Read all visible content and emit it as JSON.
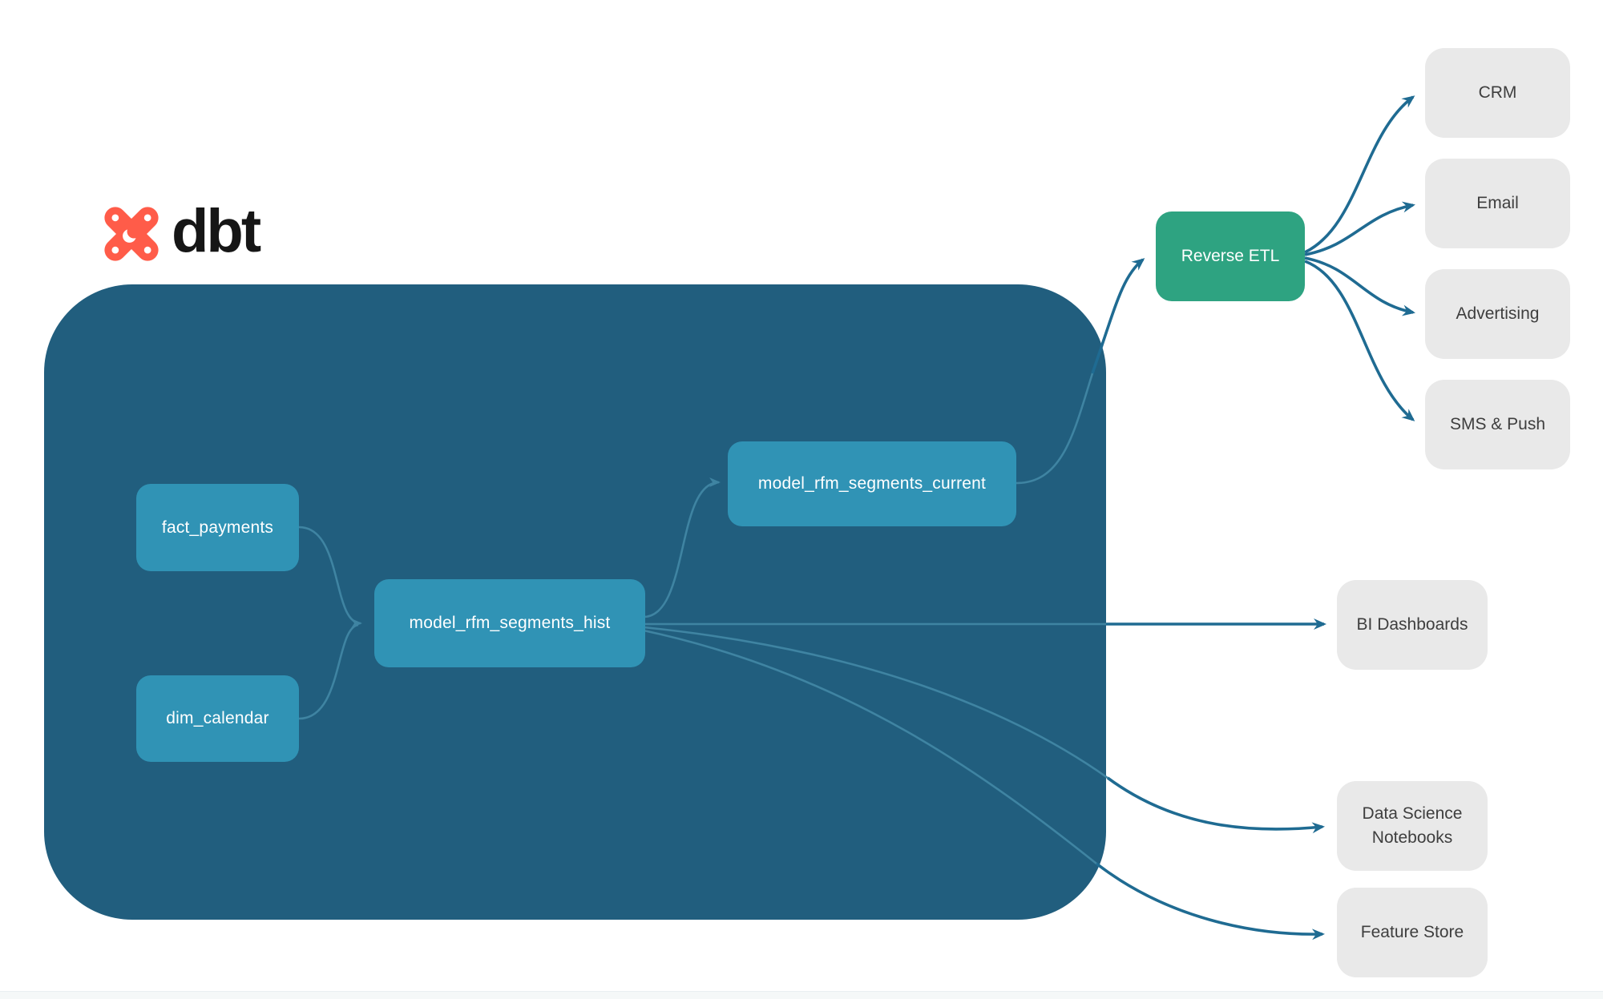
{
  "logo": {
    "brand": "dbt"
  },
  "nodes": {
    "fact_payments": "fact_payments",
    "dim_calendar": "dim_calendar",
    "model_hist": "model_rfm_segments_hist",
    "model_current": "model_rfm_segments_current",
    "reverse_etl": "Reverse ETL",
    "crm": "CRM",
    "email": "Email",
    "advertising": "Advertising",
    "sms_push": "SMS & Push",
    "bi_dashboards": "BI Dashboards",
    "data_science": "Data Science Notebooks",
    "feature_store": "Feature Store"
  },
  "colors": {
    "warehouse_fill": "#215E7E",
    "model_fill": "#3093B5",
    "reverse_etl_fill": "#2EA381",
    "destination_fill": "#E9E9E9",
    "connector_inner": "#3F84A2",
    "connector_outer": "#1F6B92",
    "logo_orange": "#FF5C49",
    "label_light": "#FFFFFF",
    "label_dark": "#3E3E3E"
  }
}
